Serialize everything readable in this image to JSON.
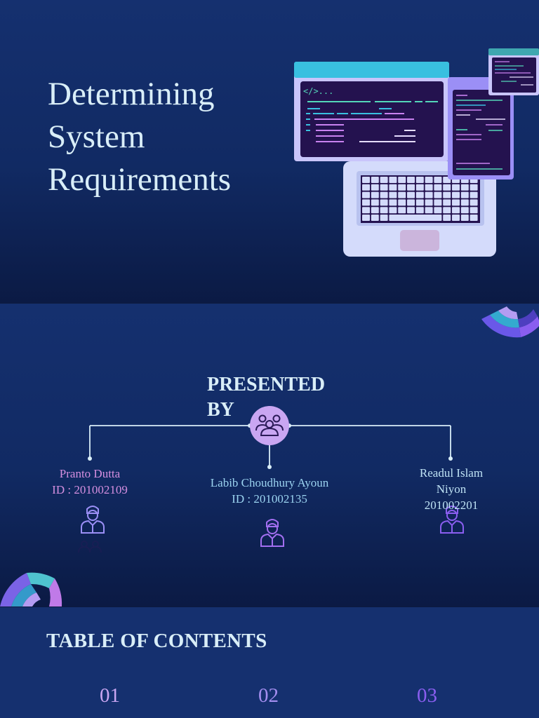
{
  "title_slide": {
    "title_lines": [
      "Determining",
      "System",
      "Requirements"
    ],
    "code_tag": "</>..."
  },
  "presenters_slide": {
    "heading_lines": [
      "PRESENTED",
      "BY"
    ],
    "presenters": [
      {
        "name": "Pranto Dutta",
        "id": "ID : 201002109"
      },
      {
        "name": "Labib Choudhury Ayoun",
        "id": "ID : 201002135"
      },
      {
        "name_lines": [
          "Readul Islam",
          "Niyon"
        ],
        "id": "201002201"
      }
    ]
  },
  "toc_slide": {
    "heading": "TABLE OF CONTENTS",
    "numbers": [
      "01",
      "02",
      "03"
    ]
  },
  "colors": {
    "background": "#15306f",
    "title_text": "#d9eef8",
    "presenter_1": "#d58fe0",
    "presenter_2": "#9bd3f0",
    "presenter_3": "#bfe3f5",
    "accent_purple": "#8a5ef0",
    "accent_teal": "#3cc3e0"
  },
  "icons": [
    "code-window-icon",
    "laptop-icon",
    "team-icon",
    "person-icon",
    "radial-arc-decoration"
  ]
}
